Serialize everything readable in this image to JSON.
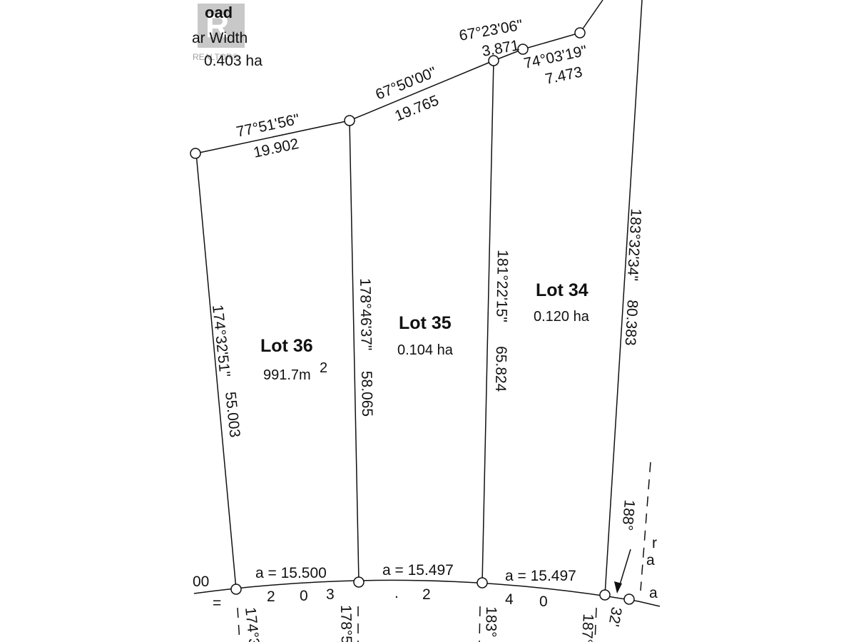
{
  "road": {
    "name_fragment": "oad",
    "width_fragment": "ar Width",
    "area_fragment": "0.403 ha",
    "watermark": "REALTOR®"
  },
  "north_boundary": [
    {
      "bearing": "77°51'56\"",
      "distance": "19.902"
    },
    {
      "bearing": "67°50'00\"",
      "distance": "19.765"
    },
    {
      "bearing": "67°23'06\"",
      "distance": "3.871"
    },
    {
      "bearing": "74°03'19\"",
      "distance": "7.473"
    }
  ],
  "side_lines": [
    {
      "bearing": "174°32'51\"",
      "distance": "55.003"
    },
    {
      "bearing": "178°46'37\"",
      "distance": "58.065"
    },
    {
      "bearing": "181°22'15\"",
      "distance": "65.824"
    },
    {
      "bearing": "183°32'34\"",
      "distance": "80.383"
    }
  ],
  "lots": [
    {
      "name": "Lot 36",
      "area": "991.7m",
      "area_sup": "2"
    },
    {
      "name": "Lot 35",
      "area": "0.104 ha"
    },
    {
      "name": "Lot 34",
      "area": "0.120 ha"
    }
  ],
  "south_boundary": {
    "arcs": [
      "a = 15.500",
      "a = 15.497",
      "a = 15.497"
    ],
    "radius_digits": [
      "2",
      "0",
      "3",
      ".",
      "2",
      "4",
      "0"
    ],
    "left_fragment": "00",
    "left_mark": "="
  },
  "lower_fragments": {
    "b1": "174°3",
    "b2": "178°5",
    "b3": "183°",
    "b4": "187°",
    "b5": "32'",
    "b6": "188°",
    "r1": "r",
    "a1": "a",
    "a2": "a"
  }
}
